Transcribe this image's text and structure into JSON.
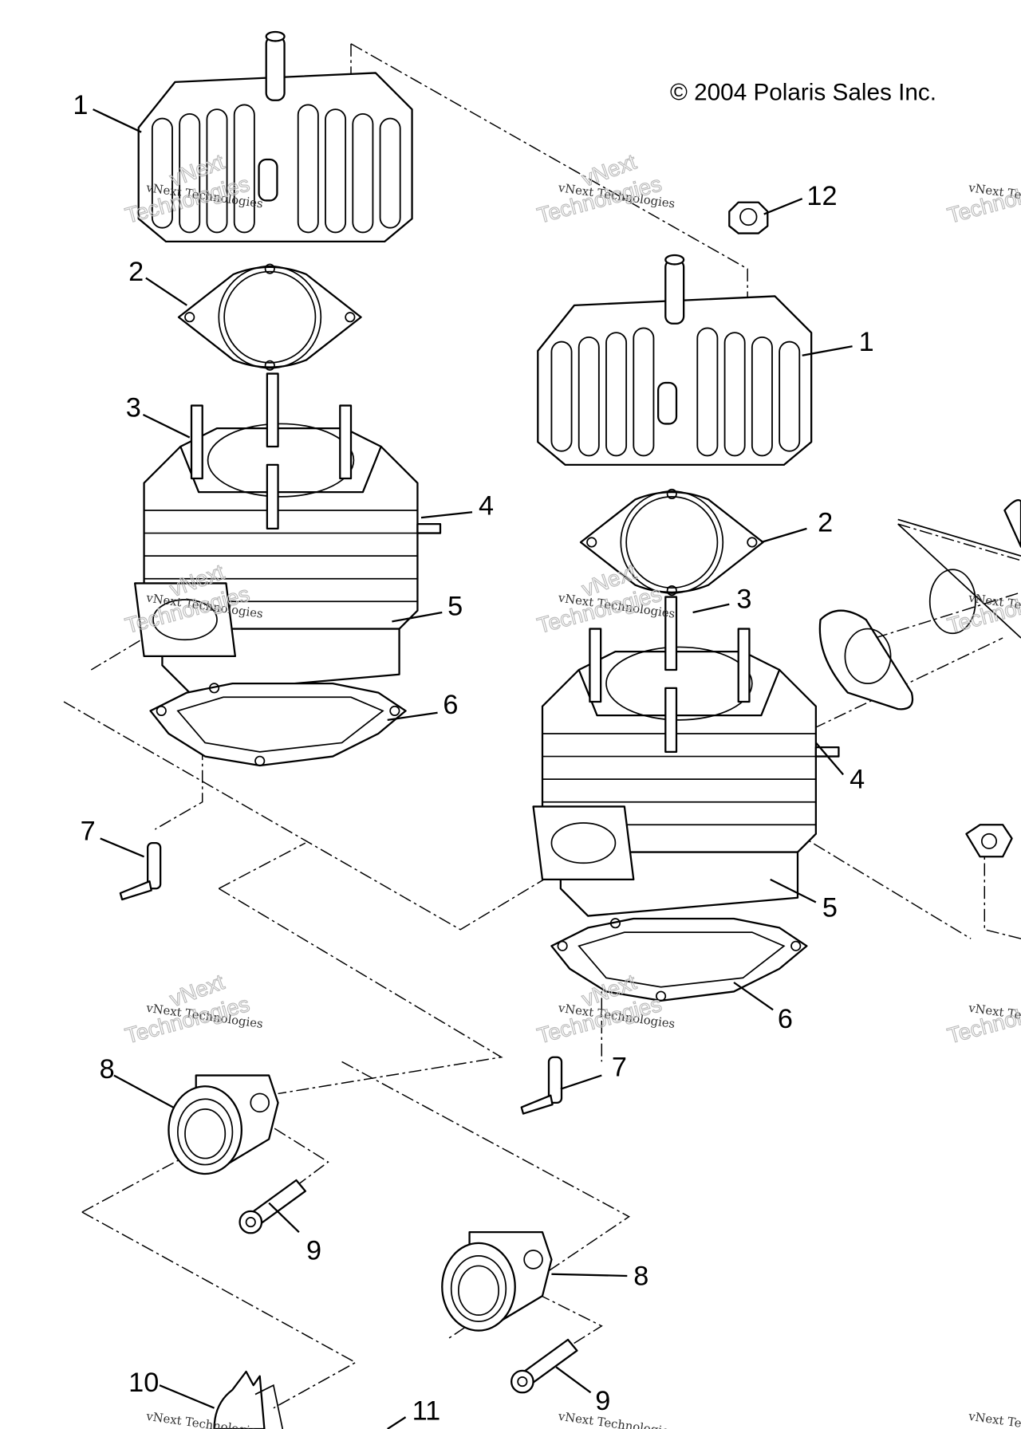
{
  "copyright": "© 2004 Polaris Sales Inc.",
  "watermark": {
    "line1": "vNext Technologies",
    "line2": "vNext",
    "line3": "Technologies"
  },
  "callouts": {
    "left": {
      "c1": "1",
      "c2": "2",
      "c3": "3",
      "c4": "4",
      "c5": "5",
      "c6": "6",
      "c7": "7",
      "c8": "8",
      "c9": "9",
      "c10": "10",
      "c11": "11"
    },
    "right": {
      "c12": "12",
      "c1": "1",
      "c2": "2",
      "c3": "3",
      "c4": "4",
      "c5": "5",
      "c6": "6",
      "c7": "7",
      "c8": "8",
      "c9": "9"
    }
  },
  "parts": [
    "cylinder-head",
    "head-gasket",
    "stud",
    "stud",
    "cylinder",
    "base-gasket",
    "fitting",
    "intake-flange",
    "bolt",
    "clamp",
    "nut"
  ]
}
